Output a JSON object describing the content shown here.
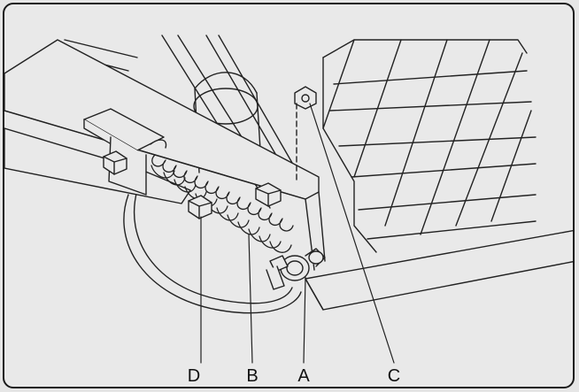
{
  "diagram": {
    "labels": {
      "D": "D",
      "B": "B",
      "A": "A",
      "C": "C"
    }
  }
}
